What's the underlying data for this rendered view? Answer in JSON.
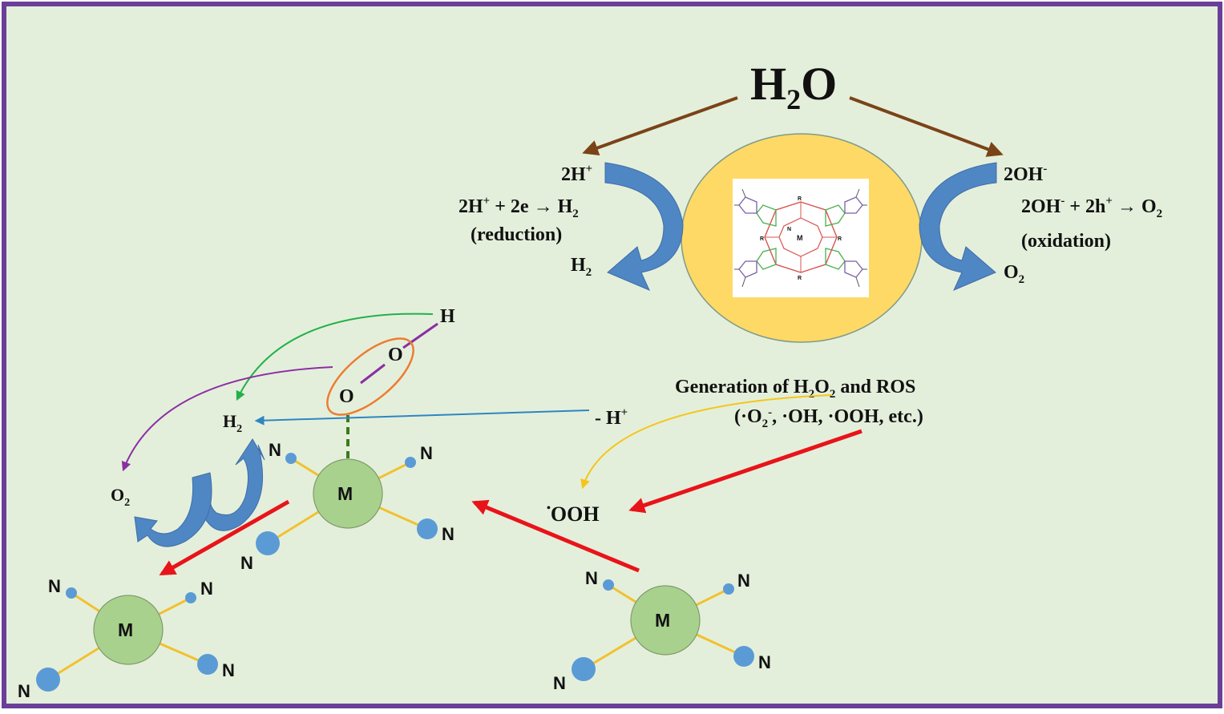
{
  "title": {
    "base": "H",
    "sub": "2",
    "tail": "O"
  },
  "colors": {
    "background": "#e4efdb",
    "frame": "#6a3f99",
    "brown_arrow": "#7a4318",
    "blue_arrow": "#4f86c4",
    "blue_arrow_dark": "#3f6ea8",
    "catalyst_circle": "#ffd966",
    "metal_circle": "#a9d18e",
    "n_atom": "#5b9bd5",
    "bond": "#f2c12e",
    "red_arrow": "#e8141a",
    "green_arrow": "#22b04b",
    "purple_arrow": "#8a2fa3",
    "cyan_arrow": "#2e86c1",
    "yellow_arrow": "#f5c518",
    "orange_ellipse": "#ed7d31",
    "dashed_bond": "#3b7a1f"
  },
  "reduction": {
    "left_species": {
      "base": "2H",
      "sup": "+"
    },
    "equation": {
      "lhs": "2H",
      "lhs_sup": "+",
      "mid": " + 2e → H",
      "sub": "2"
    },
    "label": "(reduction)",
    "product": {
      "base": "H",
      "sub": "2"
    }
  },
  "oxidation": {
    "right_species": {
      "base": "2OH",
      "sup": "-"
    },
    "equation": {
      "lhs": "2OH",
      "lhs_sup": "-",
      "mid": " + 2h",
      "mid_sup": "+",
      "tail": " → O",
      "sub": "2"
    },
    "label": "(oxidation)",
    "product": {
      "base": "O",
      "sub": "2"
    }
  },
  "ros": {
    "line1": {
      "a": "Generation of H",
      "sub1": "2",
      "b": "O",
      "sub2": "2",
      "c": " and ROS"
    },
    "line2": {
      "open": "(·O",
      "sub": "2",
      "sup": "-",
      "rest": ", ·OH, ·OOH, etc.)"
    },
    "radical": {
      "dot": "•",
      "text": "OOH"
    }
  },
  "mechanism": {
    "h_atom": "H",
    "o_upper": "O",
    "o_lower": "O",
    "minus_h": {
      "text": "- H",
      "sup": "+"
    },
    "h2": {
      "base": "H",
      "sub": "2"
    },
    "o2": {
      "base": "O",
      "sub": "2"
    }
  },
  "porphyrin": {
    "center": "M",
    "ring_n": "N",
    "substituent": "R",
    "meso_1": "R",
    "meso_2": "R",
    "meso_3": "R",
    "meso_4": "R"
  },
  "complex_center": {
    "metal": {
      "label": "M"
    },
    "n_labels": [
      "N",
      "N",
      "N",
      "N"
    ]
  },
  "complex_left": {
    "metal": {
      "label": "M"
    },
    "n_labels": [
      "N",
      "N",
      "N",
      "N"
    ]
  },
  "complex_right": {
    "metal": {
      "label": "M"
    },
    "n_labels": [
      "N",
      "N",
      "N",
      "N"
    ]
  }
}
